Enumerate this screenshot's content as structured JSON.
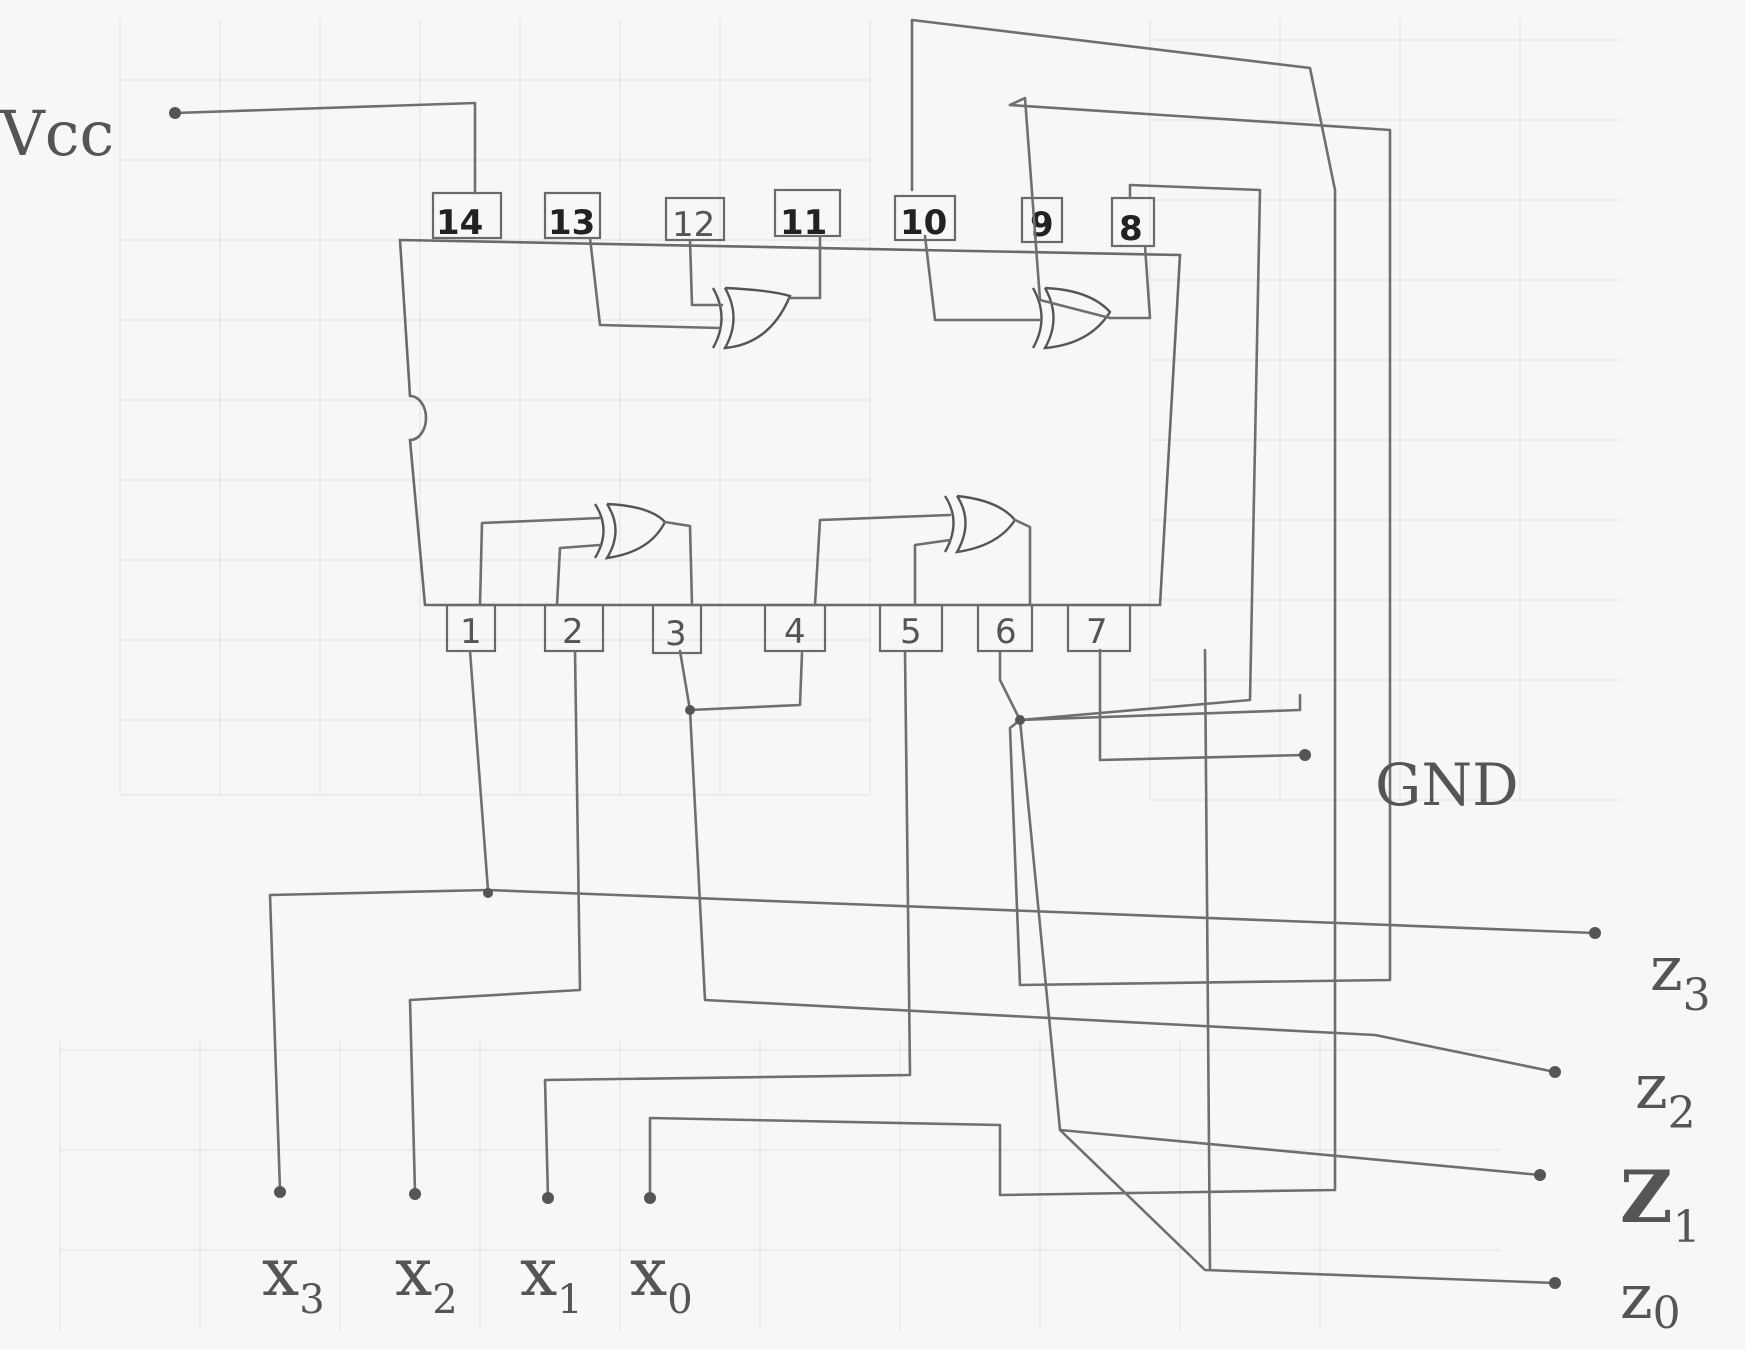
{
  "labels": {
    "vcc": "Vcc",
    "gnd": "GND"
  },
  "pins_top": [
    "14",
    "13",
    "12",
    "11",
    "10",
    "9",
    "8"
  ],
  "pins_bottom": [
    "1",
    "2",
    "3",
    "4",
    "5",
    "6",
    "7"
  ],
  "inputs": [
    {
      "main": "x",
      "sub": "3"
    },
    {
      "main": "x",
      "sub": "2"
    },
    {
      "main": "x",
      "sub": "1"
    },
    {
      "main": "x",
      "sub": "0"
    }
  ],
  "outputs": [
    {
      "main": "z",
      "sub": "3"
    },
    {
      "main": "z",
      "sub": "2"
    },
    {
      "main": "Z",
      "sub": "1"
    },
    {
      "main": "z",
      "sub": "0"
    }
  ]
}
